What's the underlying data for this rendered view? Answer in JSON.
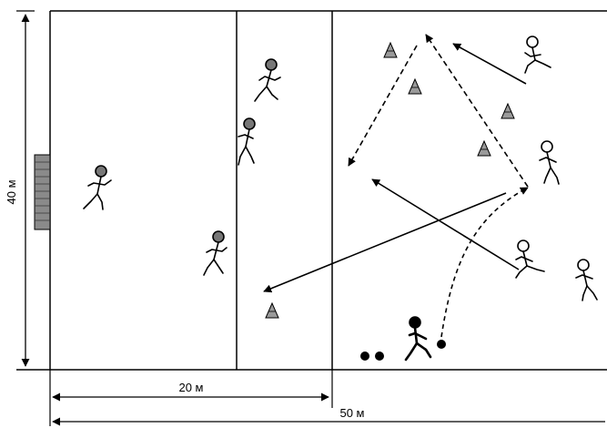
{
  "dimensions": {
    "height_label": "40 м",
    "width_partial_label": "20 м",
    "width_total_label": "50 м"
  },
  "colors": {
    "line": "#000000",
    "cone_fill": "#9a9a9a",
    "goal_fill": "#7a7a7a"
  },
  "icons": {
    "player": "stick-figure-icon",
    "goalkeeper": "masked-player-icon",
    "cone": "cone-icon",
    "ball": "ball-icon",
    "goal": "goal-icon"
  }
}
